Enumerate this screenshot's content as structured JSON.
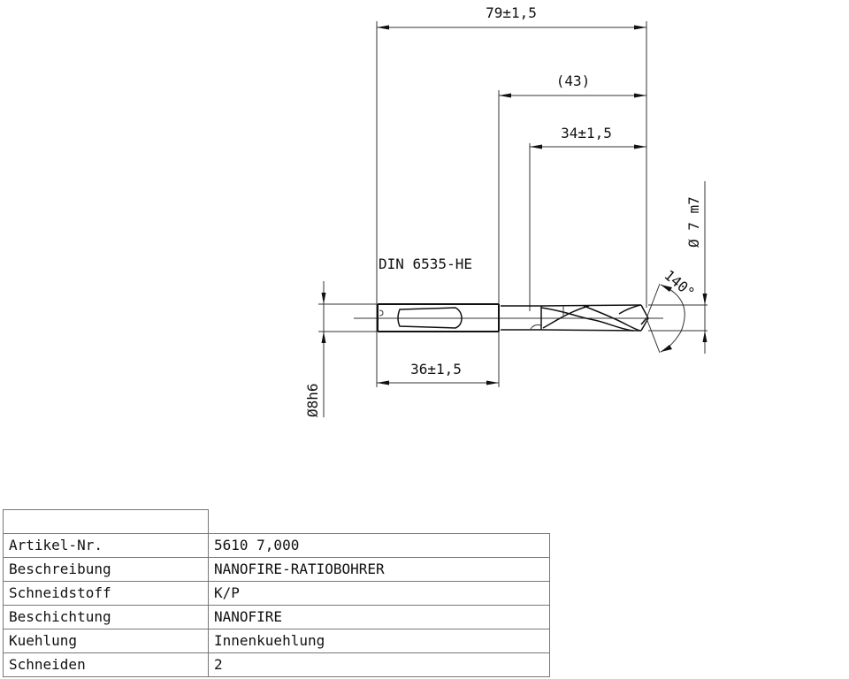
{
  "drawing": {
    "standard": "DIN 6535-HE",
    "dimensions": {
      "overall_length": "79±1,5",
      "flute_length_ref": "(43)",
      "cutting_length": "34±1,5",
      "shank_length": "36±1,5",
      "cutting_diameter": "Ø 7 m7",
      "shank_diameter": "Ø8h6",
      "point_angle": "140°"
    }
  },
  "table": {
    "rows": [
      {
        "label": "Artikel-Nr.",
        "value": "5610 7,000"
      },
      {
        "label": "Beschreibung",
        "value": "NANOFIRE-RATIOBOHRER"
      },
      {
        "label": "Schneidstoff",
        "value": "K/P"
      },
      {
        "label": "Beschichtung",
        "value": "NANOFIRE"
      },
      {
        "label": "Kuehlung",
        "value": "Innenkuehlung"
      },
      {
        "label": "Schneiden",
        "value": "2"
      }
    ]
  }
}
